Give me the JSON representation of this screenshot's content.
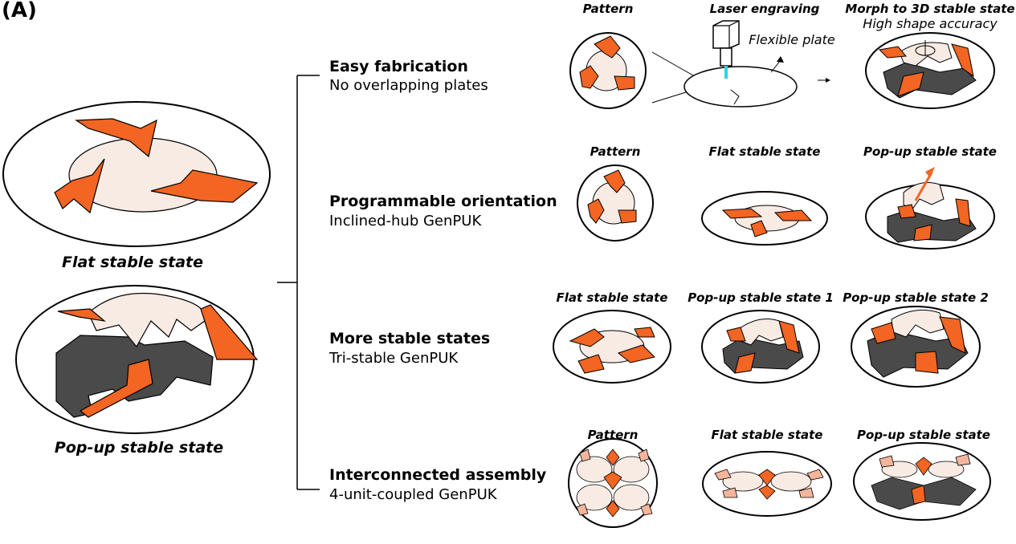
{
  "panel": {
    "label": "(A)"
  },
  "colors": {
    "orange": "#f26522",
    "beige": "#f7ebe4",
    "gray": "#4a4a4a",
    "peach": "#f4b59c",
    "cyan": "#2fd3e6",
    "black": "#000000"
  },
  "left": {
    "flat_caption": "Flat stable state",
    "popup_caption": "Pop-up stable state"
  },
  "rows": [
    {
      "title": "Easy fabrication",
      "subtitle": "No overlapping plates",
      "captions": [
        "Pattern",
        "Laser engraving",
        "Morph to 3D stable state"
      ],
      "extra": {
        "accuracy": "High shape accuracy",
        "plate": "Flexible plate"
      }
    },
    {
      "title": "Programmable orientation",
      "subtitle": "Inclined-hub GenPUK",
      "captions": [
        "Pattern",
        "Flat stable state",
        "Pop-up stable state"
      ]
    },
    {
      "title": "More stable states",
      "subtitle": "Tri-stable GenPUK",
      "captions": [
        "Flat stable state",
        "Pop-up stable state 1",
        "Pop-up stable state 2"
      ]
    },
    {
      "title": "Interconnected assembly",
      "subtitle": "4-unit-coupled GenPUK",
      "captions": [
        "Pattern",
        "Flat stable state",
        "Pop-up stable state"
      ]
    }
  ]
}
